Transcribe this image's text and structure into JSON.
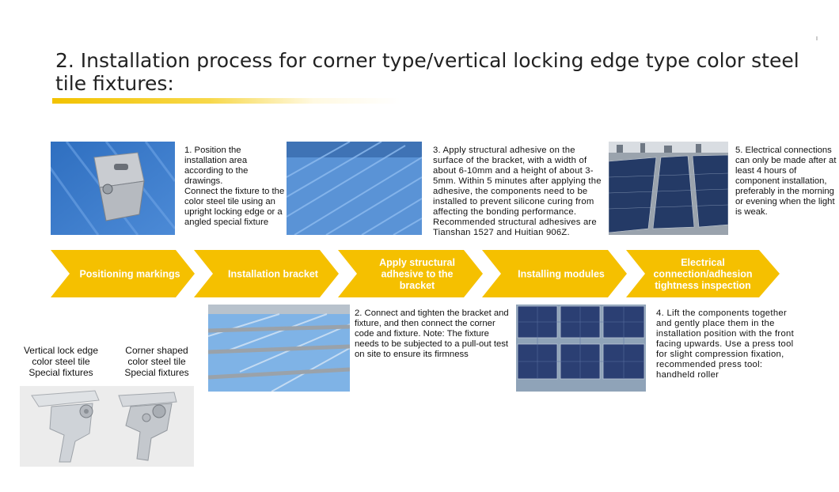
{
  "title": "2. Installation process for corner type/vertical locking edge type color steel tile fixtures:",
  "steps": [
    {
      "label_lines": [
        "Positioning markings"
      ]
    },
    {
      "label_lines": [
        "Installation bracket"
      ]
    },
    {
      "label_lines": [
        "Apply structural",
        "adhesive to the",
        "bracket"
      ]
    },
    {
      "label_lines": [
        "Installing modules"
      ]
    },
    {
      "label_lines": [
        "Electrical",
        "connection/adhesion",
        "tightness inspection"
      ]
    }
  ],
  "descriptions": {
    "step1": "1. Position the installation area according to the drawings.\nConnect the fixture to the color steel tile using an upright locking edge or a angled special fixture",
    "step2": "2. Connect and tighten the bracket and fixture, and then connect the corner code and fixture. Note: The fixture needs to be subjected to a pull-out test on site to ensure its firmness",
    "step3": "3. Apply structural adhesive on the surface of the bracket, with a width of about 6-10mm and a height of about 3-5mm. Within 5 minutes after applying the adhesive, the components need to be installed to prevent silicone curing from affecting the bonding performance. Recommended structural adhesives are Tianshan 1527 and Huitian 906Z.",
    "step4": "4. Lift the components together and gently place them in the installation position with the front facing upwards. Use a press tool for slight compression fixation, recommended press tool: handheld roller",
    "step5": "5. Electrical connections can only be made after at least 4 hours of component installation, preferably in the morning or evening when the light is weak."
  },
  "fixtures": {
    "vertical_lock": "Vertical lock edge color steel tile Special fixtures",
    "corner_shaped": "Corner shaped color steel tile Special fixtures"
  },
  "colors": {
    "chevron": "#f5c000",
    "roof_blue": "#3a7cc8",
    "panel_dark": "#2c3e6a"
  }
}
